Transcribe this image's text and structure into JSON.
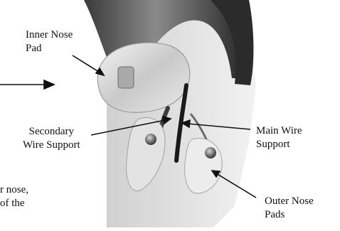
{
  "labels": {
    "inner_nose_pad": [
      "Inner Nose",
      "Pad"
    ],
    "secondary_wire_support": [
      "Secondary",
      "Wire Support"
    ],
    "main_wire_support": [
      "Main Wire",
      "Support"
    ],
    "outer_nose_pads": [
      "Outer Nose",
      "Pads"
    ]
  },
  "caption_fragment": [
    "r nose,",
    "of the"
  ],
  "colors": {
    "arrow": "#111111",
    "background": "#ffffff"
  }
}
